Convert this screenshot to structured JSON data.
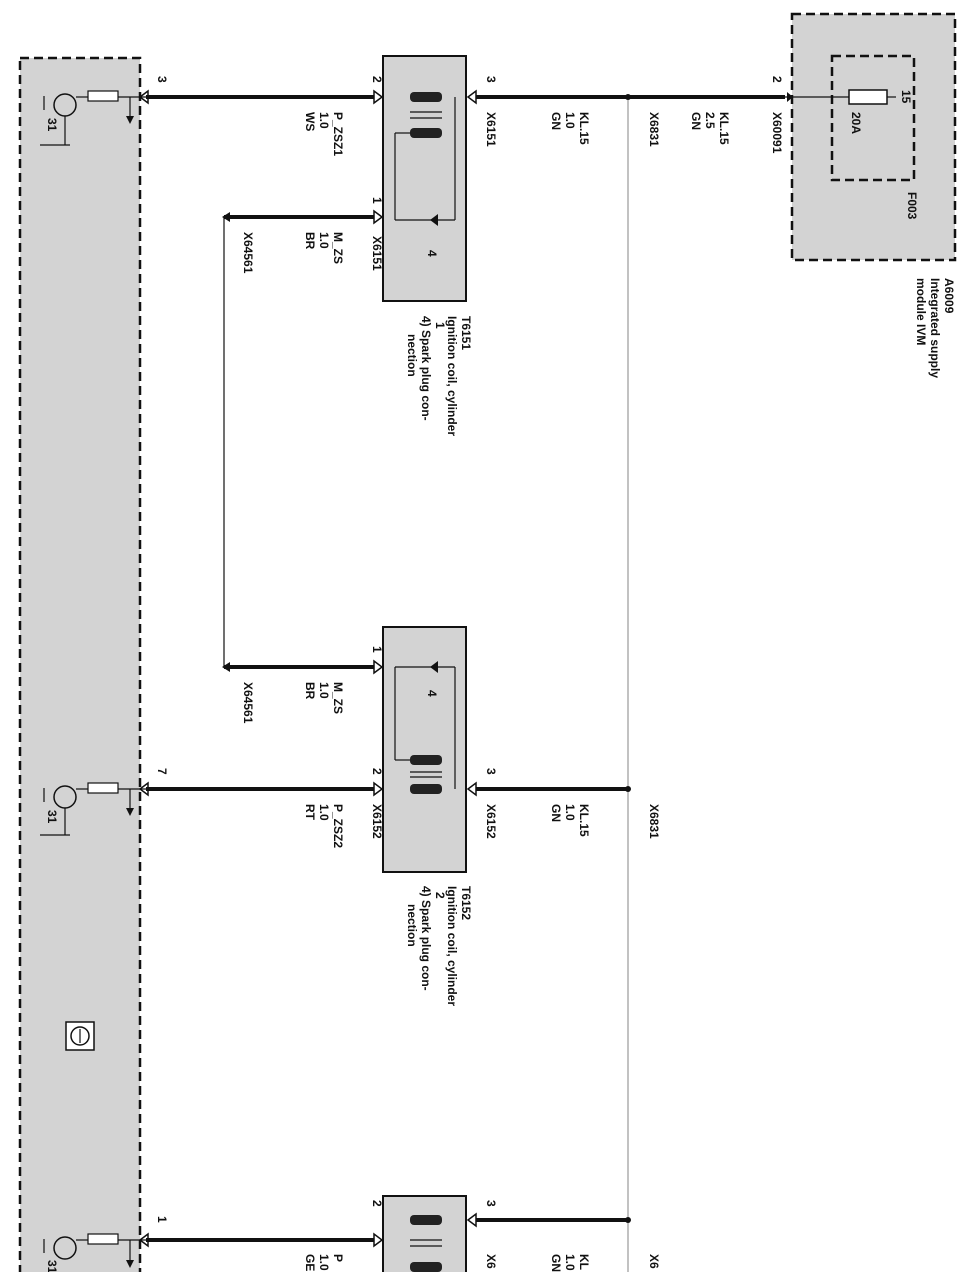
{
  "ism": {
    "id": "A6009",
    "name_1": "Integrated supply",
    "name_2": "module IVM",
    "fuse_id": "F003",
    "fuse_rating": "20A",
    "fuse_pin": "15",
    "connector": "X60091",
    "connector_pin": "2",
    "wire_signal": "KL.15",
    "wire_size": "2.5",
    "wire_color": "GN"
  },
  "splice_label": "X6831",
  "coils": [
    {
      "id": "T6151",
      "desc_1": "Ignition coil, cylinder",
      "desc_2": "1",
      "desc_3": "4) Spark plug con-",
      "desc_4": "nection",
      "inner_label": "4",
      "pin_supply": "3",
      "pin_signal": "2",
      "pin_ground": "1",
      "connector_supply": "X6151",
      "connector_ground": "X6151",
      "supply_signal": "KL.15",
      "supply_size": "1.0",
      "supply_color": "GN",
      "signal_name": "P_ZSZ1",
      "signal_size": "1.0",
      "signal_color": "WS",
      "ground_name": "M_ZS",
      "ground_size": "1.0",
      "ground_color": "BR",
      "ground_connector": "X64561",
      "dme_pin": "3"
    },
    {
      "id": "T6152",
      "desc_1": "Ignition coil, cylinder",
      "desc_2": "2",
      "desc_3": "4) Spark plug con-",
      "desc_4": "nection",
      "inner_label": "4",
      "pin_supply": "3",
      "pin_signal": "2",
      "pin_ground": "1",
      "connector_supply": "X6152",
      "connector_ground": "X6152",
      "supply_signal": "KL.15",
      "supply_size": "1.0",
      "supply_color": "GN",
      "signal_name": "P_ZSZ2",
      "signal_size": "1.0",
      "signal_color": "RT",
      "ground_name": "M_ZS",
      "ground_size": "1.0",
      "ground_color": "BR",
      "ground_connector": "X64561",
      "dme_pin": "7"
    },
    {
      "pin_supply": "3",
      "pin_signal": "2",
      "connector_supply": "X6",
      "supply_signal": "KL",
      "supply_size": "1.0",
      "supply_color": "GN",
      "signal_name": "P",
      "signal_size": "1.0",
      "signal_color": "GE",
      "dme_pin": "1",
      "splice_label": "X6"
    }
  ],
  "dme": {
    "ground_label": "31",
    "symbol": "engine-control-icon"
  }
}
